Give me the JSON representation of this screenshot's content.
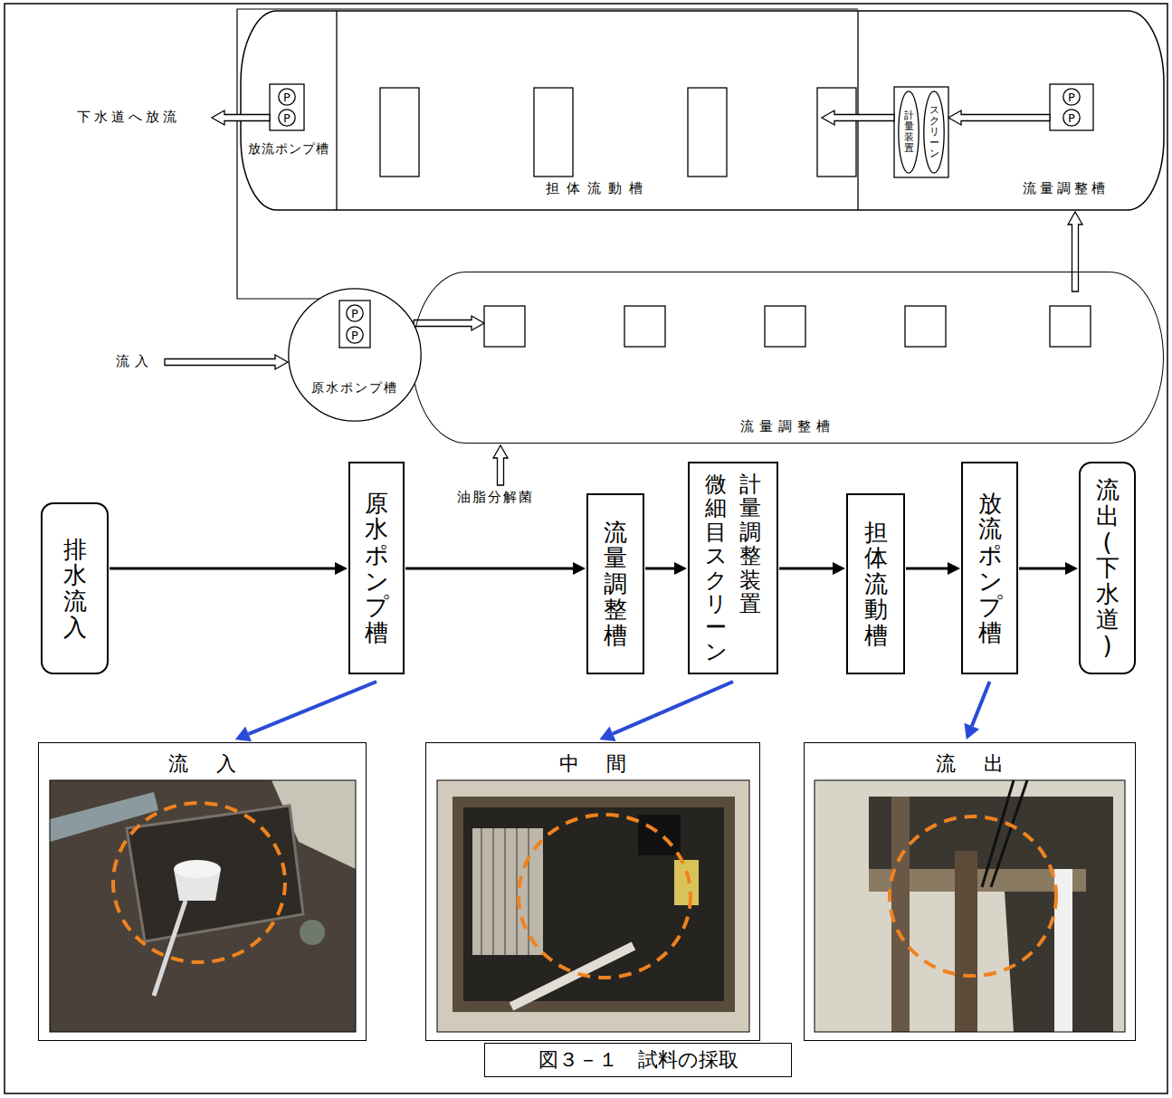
{
  "diagram": {
    "caption": "図３－１　試料の採取",
    "nodes": [
      {
        "text": [
          "放流ポンプ槽"
        ]
      },
      {
        "text": [
          "P"
        ],
        "in": 0
      },
      {
        "text": [
          "P"
        ],
        "in": 0
      },
      {
        "text": [
          "担体流動槽"
        ]
      },
      {
        "text": [
          "流量調整槽"
        ]
      },
      {
        "text": [
          "計量装置"
        ],
        "in": 4
      },
      {
        "text": [
          "スクリーン"
        ],
        "in": 4
      },
      {
        "text": [
          "P"
        ],
        "in": 4
      },
      {
        "text": [
          "P"
        ],
        "in": 4
      },
      {
        "text": [
          "原水ポンプ槽"
        ]
      },
      {
        "text": [
          "P"
        ],
        "in": 9
      },
      {
        "text": [
          "P"
        ],
        "in": 9
      },
      {
        "text": [
          "流量調整槽"
        ]
      },
      {
        "text": [
          "排水流入"
        ]
      },
      {
        "text": [
          "原水ポンプ槽"
        ]
      },
      {
        "text": [
          "流量調整槽"
        ]
      },
      {
        "text": [
          "計量調整装置",
          "微細目スクリーン"
        ]
      },
      {
        "text": [
          "担体流動槽"
        ]
      },
      {
        "text": [
          "放流ポンプ槽"
        ]
      },
      {
        "text": [
          "流出(下水道)"
        ]
      },
      {
        "text": [
          "流入"
        ]
      },
      {
        "text": [
          "中間"
        ]
      },
      {
        "text": [
          "流出"
        ]
      }
    ],
    "edges": [
      {
        "from": 9,
        "to": 12,
        "arrow": "to"
      },
      {
        "from": 12,
        "to": 4,
        "arrow": "to"
      },
      {
        "from": 7,
        "to": 6,
        "arrow": "to"
      },
      {
        "from": 5,
        "to": 3,
        "arrow": "to"
      },
      {
        "from": 13,
        "to": 14,
        "arrow": "to"
      },
      {
        "from": 14,
        "to": 15,
        "arrow": "to"
      },
      {
        "from": 15,
        "to": 16,
        "arrow": "to"
      },
      {
        "from": 16,
        "to": 17,
        "arrow": "to"
      },
      {
        "from": 17,
        "to": 18,
        "arrow": "to"
      },
      {
        "from": 18,
        "to": 19,
        "arrow": "to"
      },
      {
        "from": 14,
        "to": 20,
        "arrow": "to"
      },
      {
        "from": 16,
        "to": 21,
        "arrow": "to"
      },
      {
        "from": 18,
        "to": 22,
        "arrow": "to"
      }
    ],
    "labels": [
      "下水道へ放流",
      "流入",
      "油脂分解菌"
    ]
  }
}
